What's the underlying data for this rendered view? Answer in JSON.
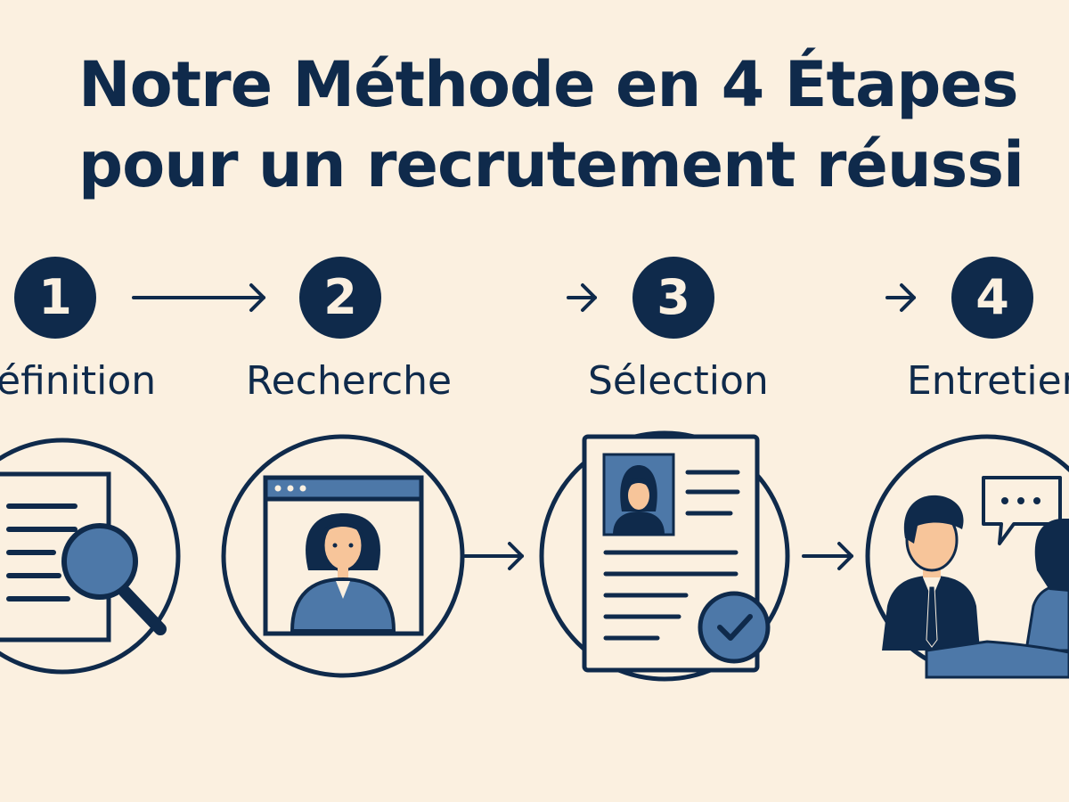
{
  "title": {
    "line1": "Notre Méthode en 4 Étapes",
    "line2": "pour un recrutement réussi"
  },
  "steps": [
    {
      "number": "1",
      "label": "éfinition",
      "icon": "document-magnifier-icon"
    },
    {
      "number": "2",
      "label": "Recherche",
      "icon": "browser-profile-icon"
    },
    {
      "number": "3",
      "label": "Sélection",
      "icon": "resume-check-icon"
    },
    {
      "number": "4",
      "label": "Entretien",
      "icon": "interview-chat-icon"
    }
  ],
  "colors": {
    "background": "#fbf0e0",
    "navy": "#0f2a4b",
    "accent_blue": "#4d78a8",
    "skin": "#f7c59a"
  }
}
